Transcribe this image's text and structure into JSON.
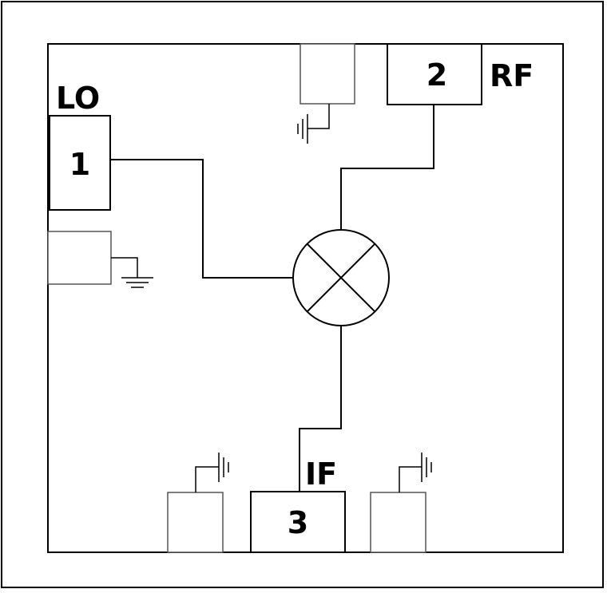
{
  "diagram": {
    "ports": [
      {
        "id": "lo",
        "number": "1",
        "label": "LO"
      },
      {
        "id": "rf",
        "number": "2",
        "label": "RF"
      },
      {
        "id": "if",
        "number": "3",
        "label": "IF"
      }
    ],
    "components": {
      "mixer": "mixer-symbol",
      "ground": "ground-symbol"
    },
    "colors": {
      "stroke": "#000000",
      "ground_pad_stroke": "#555555",
      "background": "#ffffff"
    }
  }
}
